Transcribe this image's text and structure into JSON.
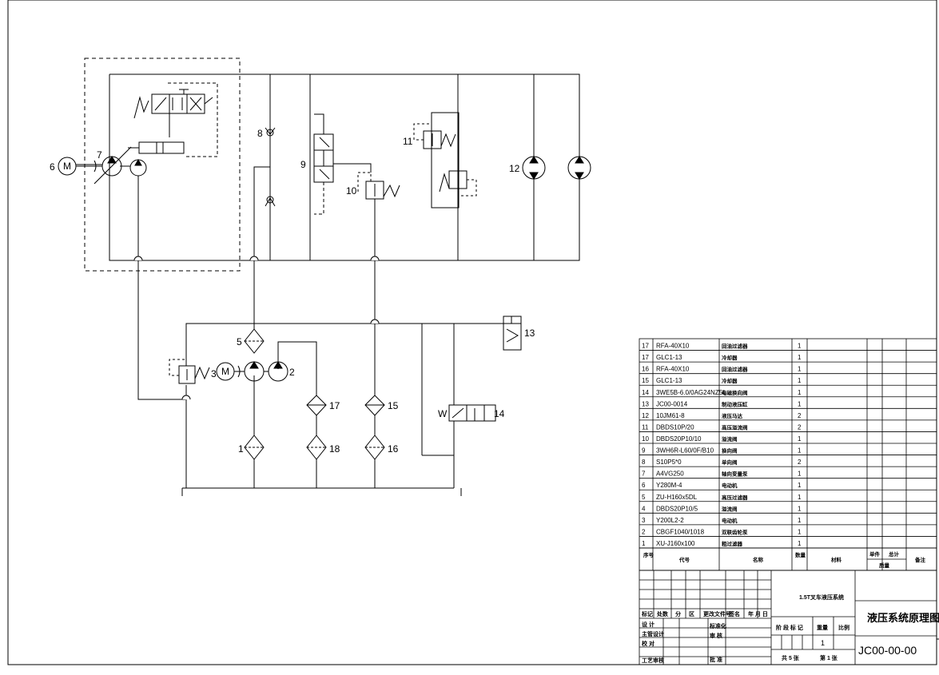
{
  "components": [
    {
      "no": "17",
      "code": "RFA-40X10",
      "name": "回油过滤器",
      "qty": "1"
    },
    {
      "no": "17",
      "code": "GLC1-13",
      "name": "冷却器",
      "qty": "1"
    },
    {
      "no": "16",
      "code": "RFA-40X10",
      "name": "回油过滤器",
      "qty": "1"
    },
    {
      "no": "15",
      "code": "GLC1-13",
      "name": "冷却器",
      "qty": "1"
    },
    {
      "no": "14",
      "code": "3WE5B-6.0/0AG24NZ5L",
      "name": "电磁换向阀",
      "qty": "1"
    },
    {
      "no": "13",
      "code": "JC00-0014",
      "name": "制动液压缸",
      "qty": "1"
    },
    {
      "no": "12",
      "code": "10JM61-8",
      "name": "液压马达",
      "qty": "2"
    },
    {
      "no": "11",
      "code": "DBDS10P/20",
      "name": "高压溢流阀",
      "qty": "2"
    },
    {
      "no": "10",
      "code": "DBDS20P10/10",
      "name": "溢流阀",
      "qty": "1"
    },
    {
      "no": "9",
      "code": "3WH6R-L60/0F/B10",
      "name": "换向阀",
      "qty": "1"
    },
    {
      "no": "8",
      "code": "S10P5*0",
      "name": "单向阀",
      "qty": "2"
    },
    {
      "no": "7",
      "code": "A4VG250",
      "name": "轴向变量泵",
      "qty": "1"
    },
    {
      "no": "6",
      "code": "Y280M-4",
      "name": "电动机",
      "qty": "1"
    },
    {
      "no": "5",
      "code": "ZU-H160x5DL",
      "name": "高压过滤器",
      "qty": "1"
    },
    {
      "no": "4",
      "code": "DBDS20P10/5",
      "name": "溢流阀",
      "qty": "1"
    },
    {
      "no": "3",
      "code": "Y200L2-2",
      "name": "电动机",
      "qty": "1"
    },
    {
      "no": "2",
      "code": "CBGF1040/1018",
      "name": "双联齿轮泵",
      "qty": "1"
    },
    {
      "no": "1",
      "code": "XU-J160x100",
      "name": "粗过滤器",
      "qty": "1"
    }
  ],
  "bom_header": {
    "no": "序号",
    "code": "代号",
    "name": "名称",
    "qty": "数量",
    "material": "材料",
    "unit": "单件",
    "total": "总计",
    "weight": "质量",
    "remark": "备注"
  },
  "title_block": {
    "project": "1.5T叉车液压系统",
    "drawing_title": "液压系统原理图",
    "drawing_no": "JC00-00-00",
    "stage_label": "阶 段 标 记",
    "weight_label": "重量",
    "scale_label": "比例",
    "qty_value": "1",
    "sheets_total": "共 5 张",
    "sheet_no": "第 1 张",
    "rev_labels": [
      "标记",
      "处数",
      "分",
      "区",
      "更改文件号",
      "签名",
      "年 月 日"
    ],
    "roles": [
      "设 计",
      "主管设计",
      "校 对",
      "工艺审核"
    ],
    "std_label": "标准化",
    "review_label": "审 核",
    "approve_label": "批 准"
  },
  "callouts": [
    "1",
    "2",
    "3",
    "5",
    "6",
    "7",
    "8",
    "9",
    "10",
    "11",
    "12",
    "13",
    "14",
    "15",
    "16",
    "17",
    "18"
  ],
  "symbol_text": {
    "motor": "M",
    "spring_w": "W"
  }
}
